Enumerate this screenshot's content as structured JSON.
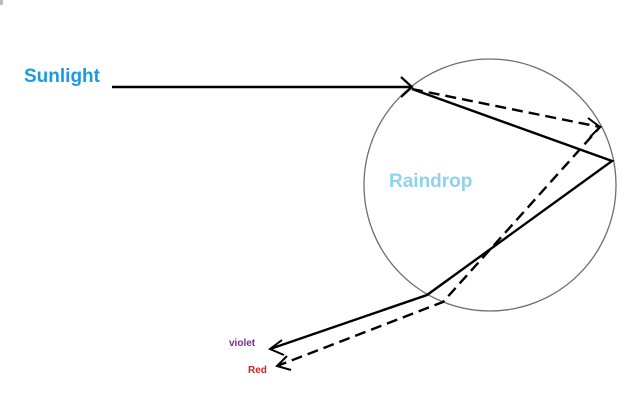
{
  "labels": {
    "sunlight": "Sunlight",
    "raindrop": "Raindrop",
    "violet": "violet",
    "red": "Red"
  },
  "colors": {
    "sunlight": "#1a9be0",
    "raindrop": "#8fd3ea",
    "violet": "#7b2a8e",
    "red": "#d61f1f",
    "ray": "#000000",
    "drop_outline": "#6e6e6e"
  }
}
